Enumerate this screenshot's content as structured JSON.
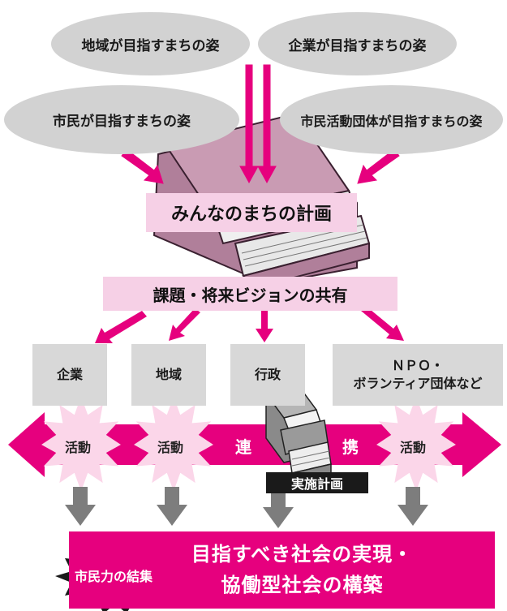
{
  "visions": {
    "region": "地域が目指すまちの姿",
    "company": "企業が目指すまちの姿",
    "citizen": "市民が目指すまちの姿",
    "civic_group": "市民活動団体が目指すまちの姿"
  },
  "plan_title": "みんなのまちの計画",
  "shared_vision": "課題・将来ビジョンの共有",
  "actors": {
    "company": "企業",
    "region": "地域",
    "government": "行政",
    "npo_line1": "ＮＰＯ・",
    "npo_line2": "ボランティア団体など"
  },
  "activity_label": "活動",
  "cooperation": {
    "left": "連",
    "right": "携"
  },
  "implementation_plan": "実施計画",
  "citizen_power": "市民力の結集",
  "goal": {
    "line1": "目指すべき社会の実現・",
    "line2": "協働型社会の構築"
  },
  "colors": {
    "magenta": "#e6007e",
    "light_pink": "#f6d0e6",
    "grey_ellipse": "#d2d2d2",
    "grey_box": "#d8d8d8",
    "book_purple": "#b07f9a",
    "down_arrow_grey": "#7d7d7d",
    "burst_pink": "#fbd6e9",
    "black": "#1a1a1a"
  }
}
